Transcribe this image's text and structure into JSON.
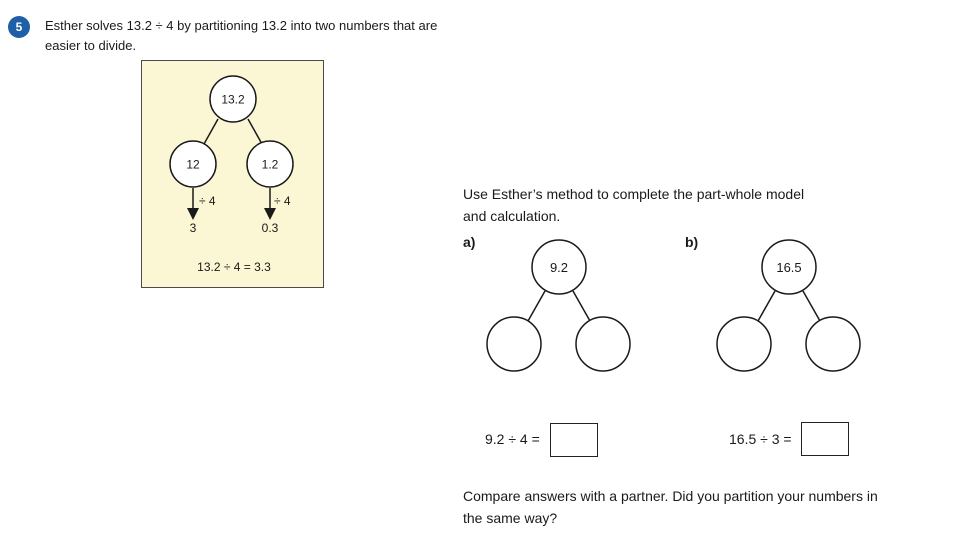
{
  "question": {
    "number": "5",
    "text_line1": "Esther solves 13.2 ÷ 4 by partitioning 13.2 into two numbers that are",
    "text_line2": "easier to divide."
  },
  "example": {
    "whole": "13.2",
    "part_left": "12",
    "part_right": "1.2",
    "op_left": "÷ 4",
    "op_right": "÷ 4",
    "result_left": "3",
    "result_right": "0.3",
    "equation": "13.2 ÷ 4 = 3.3"
  },
  "task": {
    "instruction_line1": "Use Esther’s method to complete the part-whole model",
    "instruction_line2": "and calculation.",
    "a": {
      "label": "a)",
      "whole": "9.2",
      "equation": "9.2 ÷ 4 =",
      "answer": ""
    },
    "b": {
      "label": "b)",
      "whole": "16.5",
      "equation": "16.5 ÷ 3 =",
      "answer": ""
    }
  },
  "compare": {
    "line1": "Compare answers with a partner. Did you partition your numbers in",
    "line2": "the same way?"
  }
}
